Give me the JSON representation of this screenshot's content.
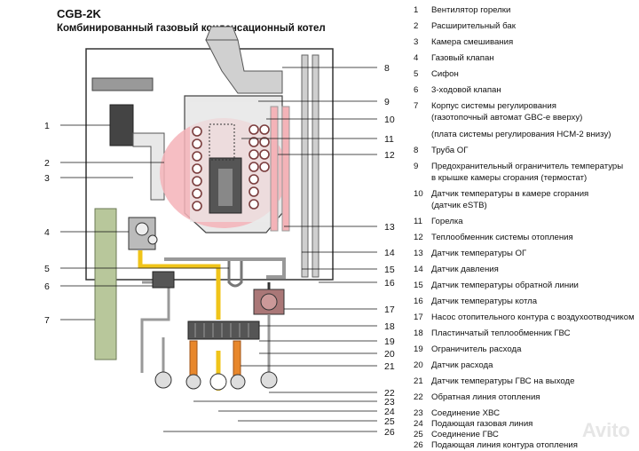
{
  "header": {
    "title": "CGB-2K",
    "subtitle": "Комбинированный газовый конденсационный котел"
  },
  "callouts_left": [
    "1",
    "2",
    "3",
    "4",
    "5",
    "6",
    "7"
  ],
  "callouts_right": [
    "8",
    "9",
    "10",
    "11",
    "12",
    "13",
    "14",
    "15",
    "16",
    "17",
    "18",
    "19",
    "20",
    "21",
    "22",
    "23",
    "24",
    "25",
    "26"
  ],
  "legend": [
    {
      "num": "1",
      "text": "Вентилятор горелки"
    },
    {
      "num": "2",
      "text": "Расширительный бак"
    },
    {
      "num": "3",
      "text": "Камера смешивания"
    },
    {
      "num": "4",
      "text": "Газовый клапан"
    },
    {
      "num": "5",
      "text": "Сифон"
    },
    {
      "num": "6",
      "text": "3-ходовой клапан"
    },
    {
      "num": "7",
      "text": "Корпус системы регулирования"
    },
    {
      "num": "",
      "text": "(газотопочный автомат GBC-e вверху)"
    },
    {
      "num": "",
      "text": "(плата системы регулирования HCM-2 внизу)"
    },
    {
      "num": "8",
      "text": "Труба ОГ"
    },
    {
      "num": "9",
      "text": "Предохранительный ограничитель температуры"
    },
    {
      "num": "",
      "text": "в крышке камеры сгорания (термостат)"
    },
    {
      "num": "10",
      "text": "Датчик температуры в камере сгорания"
    },
    {
      "num": "",
      "text": "(датчик eSTB)"
    },
    {
      "num": "11",
      "text": "Горелка"
    },
    {
      "num": "12",
      "text": "Теплообменник системы отопления"
    },
    {
      "num": "13",
      "text": "Датчик температуры ОГ"
    },
    {
      "num": "14",
      "text": "Датчик давления"
    },
    {
      "num": "15",
      "text": "Датчик температуры обратной линии"
    },
    {
      "num": "16",
      "text": "Датчик температуры котла"
    },
    {
      "num": "17",
      "text": "Насос отопительного контура с воздухоотводчиком"
    },
    {
      "num": "18",
      "text": "Пластинчатый теплообменник ГВС"
    },
    {
      "num": "19",
      "text": "Ограничитель расхода"
    },
    {
      "num": "20",
      "text": "Датчик расхода"
    },
    {
      "num": "21",
      "text": "Датчик температуры ГВС на выходе"
    },
    {
      "num": "22",
      "text": "Обратная линия отопления"
    },
    {
      "num": "23",
      "text": "Соединение ХВС"
    },
    {
      "num": "24",
      "text": "Подающая газовая линия"
    },
    {
      "num": "25",
      "text": "Соединение ГВС"
    },
    {
      "num": "26",
      "text": "Подающая линия контура отопления"
    }
  ],
  "watermark": "Avito"
}
